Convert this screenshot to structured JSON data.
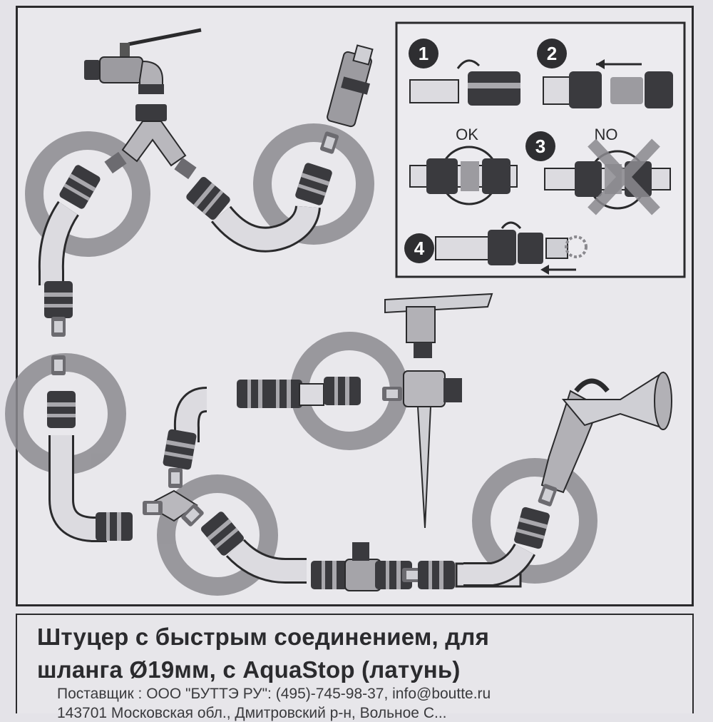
{
  "steps": {
    "step1": "1",
    "step2": "2",
    "step3": "3",
    "step4": "4",
    "ok_label": "OK",
    "no_label": "NO"
  },
  "caption": {
    "title_line1": "Штуцер с быстрым соединением, для",
    "title_line2": "шланга Ø19мм, с AquaStop (латунь)",
    "supplier": "Поставщик : ООО \"БУТТЭ РУ\": (495)-745-98-37, info@boutte.ru",
    "address": "143701 Московская обл., Дмитровский р-н, Вольное С..."
  },
  "icons": [
    "tap-icon",
    "y-splitter-icon",
    "spray-nozzle-icon",
    "quick-connector-icon",
    "hose-icon",
    "impulse-sprinkler-icon",
    "spray-gun-icon",
    "valve-icon",
    "arrow-icon",
    "cross-icon"
  ],
  "colors": {
    "ink": "#2a2a2c",
    "ring": "#8a898e",
    "hose": "#dcdbe0",
    "bg": "#e9e8ec"
  }
}
